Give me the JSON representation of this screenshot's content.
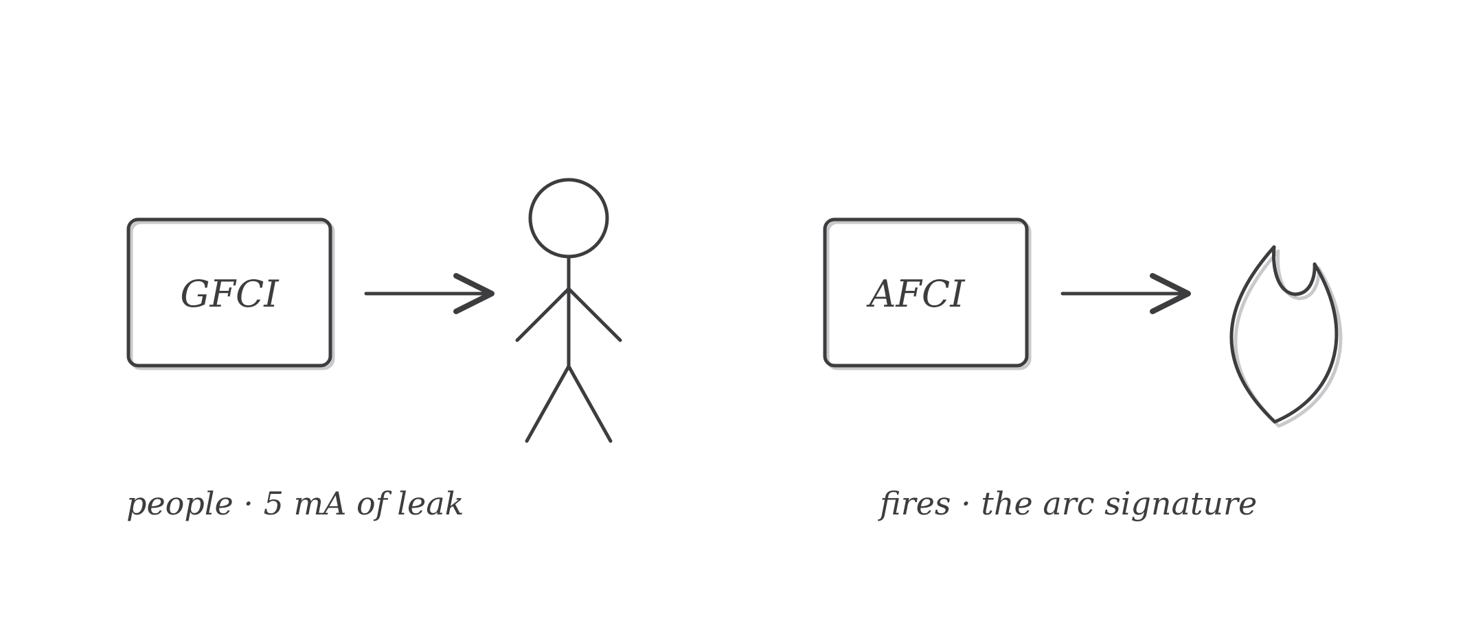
{
  "diagram": {
    "colors": {
      "stroke": "#3d3d40",
      "shadow": "#c9c9cc",
      "background": "#ffffff"
    },
    "left": {
      "box_label": "GFCI",
      "target_icon": "stick-figure-icon",
      "caption": "people · 5 mA of leak"
    },
    "right": {
      "box_label": "AFCI",
      "target_icon": "flame-icon",
      "caption": "fires · the arc signature"
    }
  }
}
